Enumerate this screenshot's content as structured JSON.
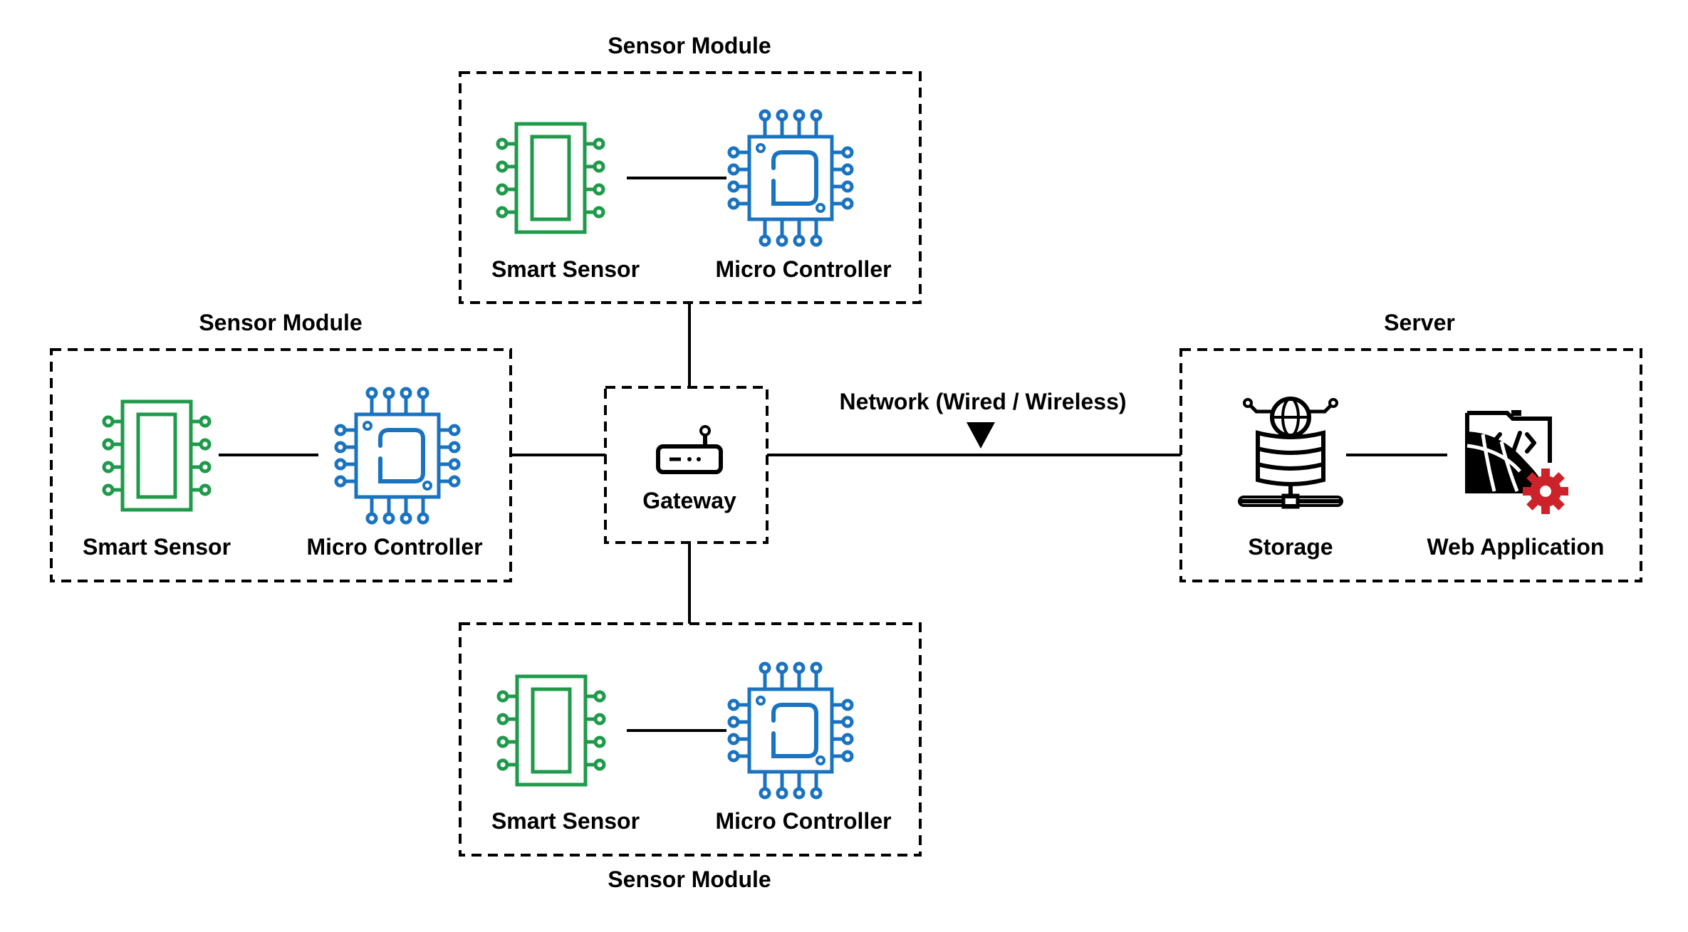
{
  "colors": {
    "sensor": "#1e9a4a",
    "controller": "#1a73c0",
    "line": "#000000",
    "gear": "#cc2229"
  },
  "modules": {
    "top": {
      "title": "Sensor Module",
      "sensor_label": "Smart Sensor",
      "controller_label": "Micro Controller",
      "sensor_icon": "sensor-chip-icon",
      "controller_icon": "microcontroller-icon"
    },
    "left": {
      "title": "Sensor Module",
      "sensor_label": "Smart Sensor",
      "controller_label": "Micro Controller",
      "sensor_icon": "sensor-chip-icon",
      "controller_icon": "microcontroller-icon"
    },
    "bottom": {
      "title": "Sensor Module",
      "sensor_label": "Smart Sensor",
      "controller_label": "Micro Controller",
      "sensor_icon": "sensor-chip-icon",
      "controller_icon": "microcontroller-icon"
    }
  },
  "gateway": {
    "label": "Gateway",
    "icon": "router-icon"
  },
  "network": {
    "label": "Network (Wired / Wireless)",
    "icon": "triangle-down-icon"
  },
  "server": {
    "title": "Server",
    "storage_label": "Storage",
    "webapp_label": "Web Application",
    "storage_icon": "database-server-icon",
    "webapp_icon": "web-app-gear-icon"
  }
}
